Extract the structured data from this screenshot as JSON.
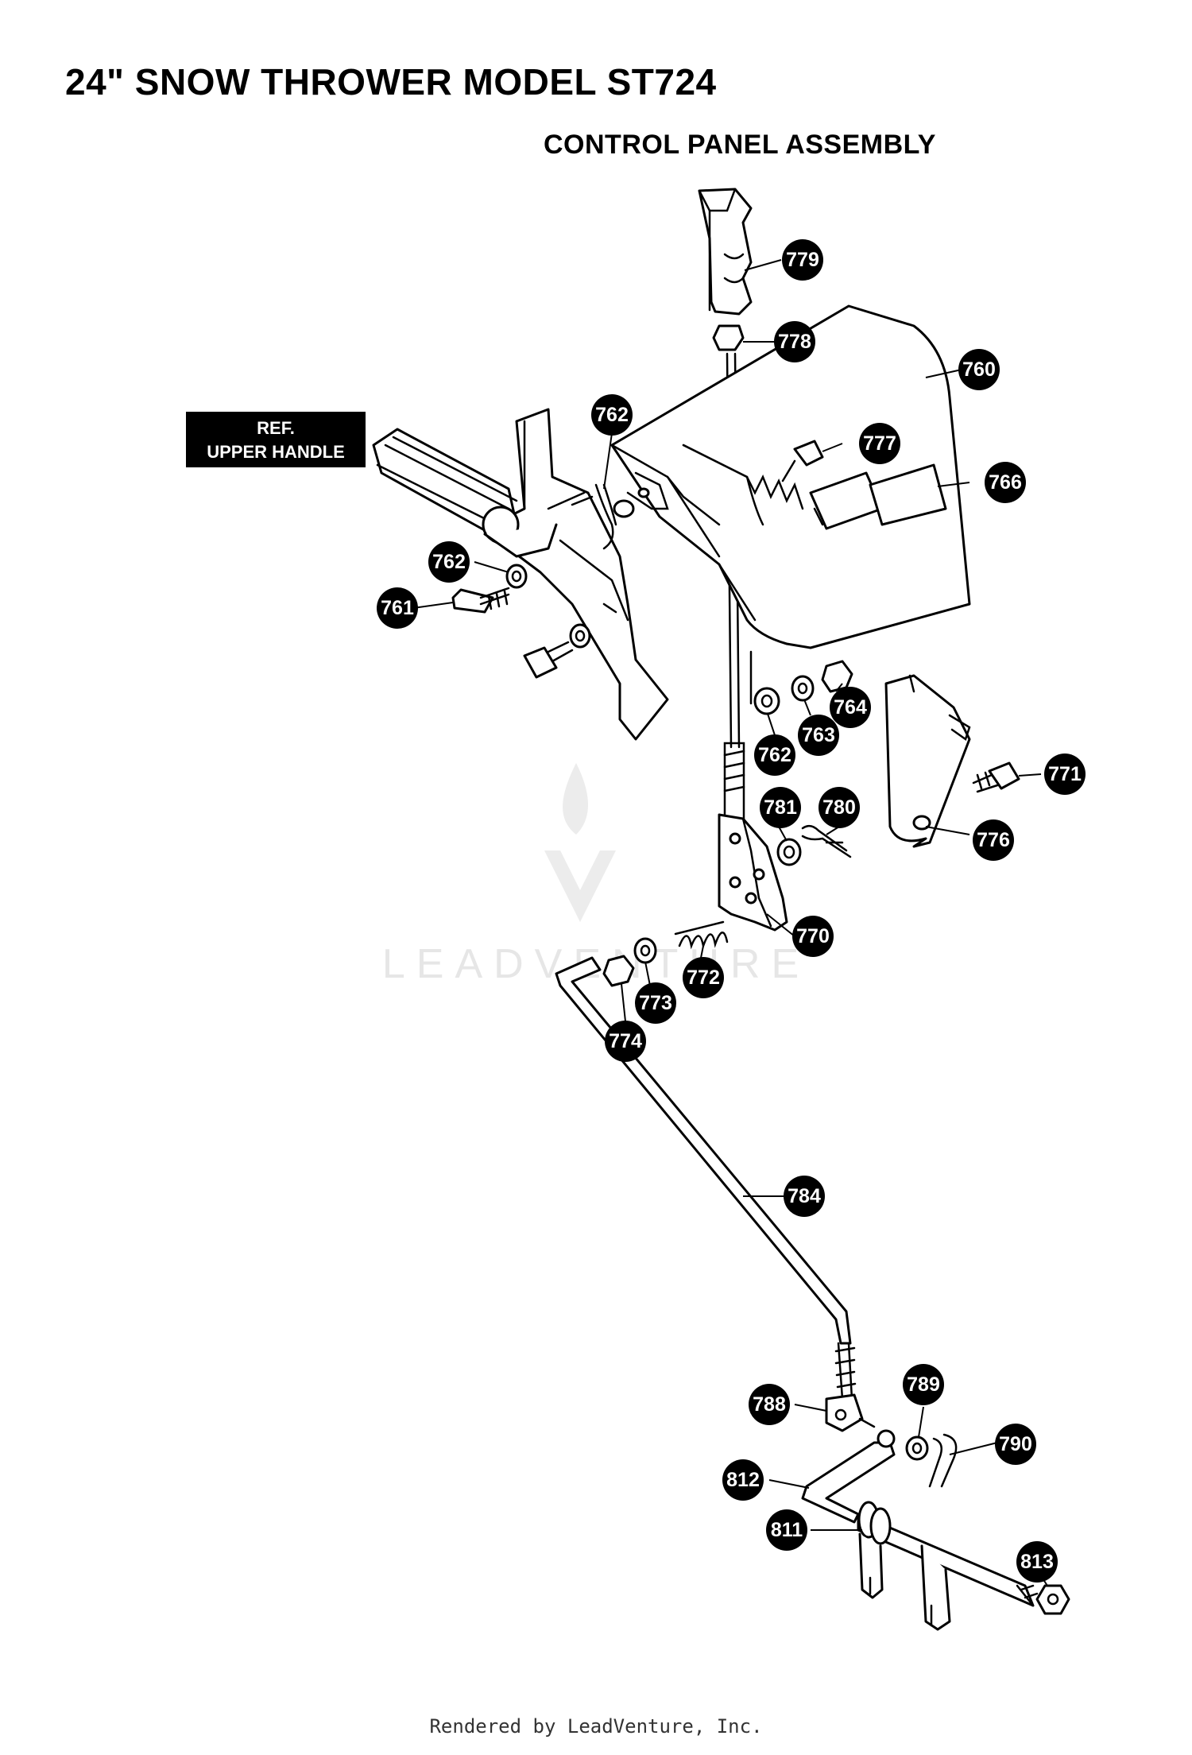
{
  "header": {
    "title": "24\" SNOW THROWER MODEL ST724",
    "subtitle": "CONTROL PANEL ASSEMBLY"
  },
  "reference_label": {
    "line1": "REF.",
    "line2": "UPPER HANDLE"
  },
  "watermark": "LEADVENTURE",
  "footer": "Rendered by LeadVenture, Inc.",
  "callouts": [
    {
      "id": "c779",
      "label": "779"
    },
    {
      "id": "c778",
      "label": "778"
    },
    {
      "id": "c760",
      "label": "760"
    },
    {
      "id": "c762a",
      "label": "762"
    },
    {
      "id": "c777",
      "label": "777"
    },
    {
      "id": "c766",
      "label": "766"
    },
    {
      "id": "c762b",
      "label": "762"
    },
    {
      "id": "c761",
      "label": "761"
    },
    {
      "id": "c764",
      "label": "764"
    },
    {
      "id": "c763",
      "label": "763"
    },
    {
      "id": "c762c",
      "label": "762"
    },
    {
      "id": "c771",
      "label": "771"
    },
    {
      "id": "c781",
      "label": "781"
    },
    {
      "id": "c780",
      "label": "780"
    },
    {
      "id": "c776",
      "label": "776"
    },
    {
      "id": "c770",
      "label": "770"
    },
    {
      "id": "c772",
      "label": "772"
    },
    {
      "id": "c773",
      "label": "773"
    },
    {
      "id": "c774",
      "label": "774"
    },
    {
      "id": "c784",
      "label": "784"
    },
    {
      "id": "c789",
      "label": "789"
    },
    {
      "id": "c788",
      "label": "788"
    },
    {
      "id": "c790",
      "label": "790"
    },
    {
      "id": "c812",
      "label": "812"
    },
    {
      "id": "c811",
      "label": "811"
    },
    {
      "id": "c813",
      "label": "813"
    }
  ]
}
